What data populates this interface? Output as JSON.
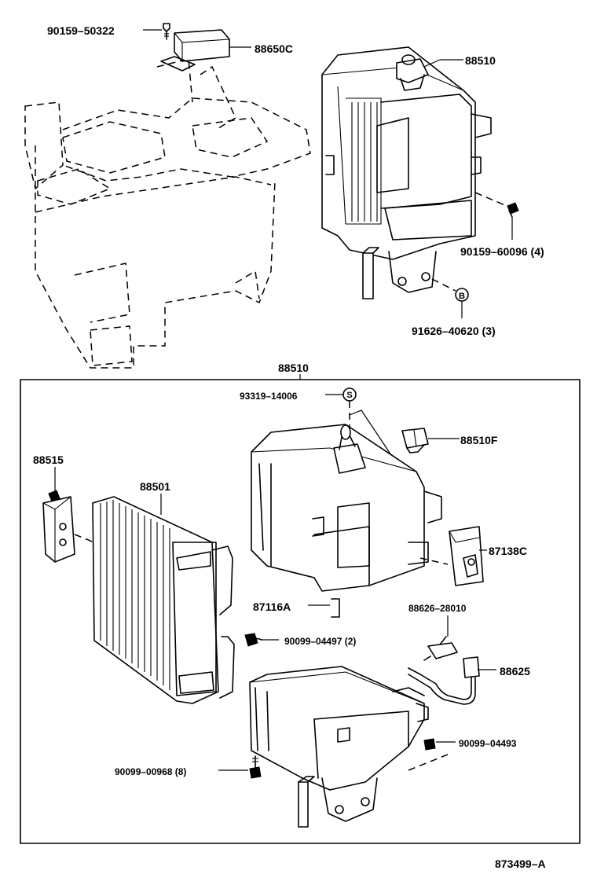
{
  "labels": {
    "p_90159_50322": "90159–50322",
    "p_88650c": "88650C",
    "p_88510_top": "88510",
    "p_90159_60096": "90159–60096 (4)",
    "p_91626_40620": "91626–40620 (3)",
    "p_88510_box": "88510",
    "p_93319_14006": "93319–14006",
    "p_88510f": "88510F",
    "p_88515": "88515",
    "p_88501": "88501",
    "p_87138c": "87138C",
    "p_87116a": "87116A",
    "p_88626_28010": "88626–28010",
    "p_90099_04497": "90099–04497 (2)",
    "p_88625": "88625",
    "p_90099_04493": "90099–04493",
    "p_90099_00968": "90099–00968 (8)",
    "drawing_number": "873499–A"
  },
  "markers": {
    "b_marker": "B",
    "s_marker": "S"
  }
}
